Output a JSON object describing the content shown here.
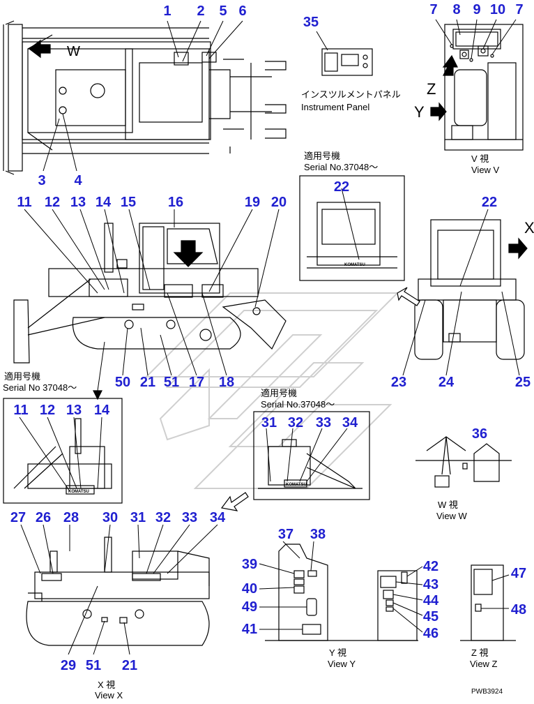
{
  "colors": {
    "callout": "#1f1fd0",
    "line": "#000000",
    "watermark": "#d9d9d9"
  },
  "top_view": {
    "view_letter": "W",
    "callouts": [
      "1",
      "2",
      "5",
      "6",
      "3",
      "4"
    ]
  },
  "instrument_panel": {
    "callout": "35",
    "label_jp": "インスツルメントパネル",
    "label_en": "Instrument Panel"
  },
  "view_v": {
    "callouts": [
      "7",
      "8",
      "9",
      "10",
      "7"
    ],
    "letter_z": "Z",
    "letter_y": "Y",
    "caption_jp": "V 視",
    "caption_en": "View V"
  },
  "side_view": {
    "callouts_top": [
      "11",
      "12",
      "13",
      "14",
      "15",
      "16",
      "19",
      "20"
    ],
    "callouts_bottom": [
      "50",
      "21",
      "51",
      "17",
      "18"
    ],
    "serial_jp": "適用号機",
    "serial_en": "Serial No 37048～"
  },
  "rear_serial_box": {
    "serial_jp": "適用号機",
    "serial_en": "Serial No.37048～",
    "callout": "22",
    "brand": "KOMATSU"
  },
  "rear_view": {
    "callouts": [
      "22",
      "23",
      "24",
      "25"
    ],
    "letter_x": "X"
  },
  "side_inset": {
    "callouts": [
      "11",
      "12",
      "13",
      "14"
    ],
    "brand": "KOMATSU"
  },
  "mid_serial_box": {
    "serial_jp": "適用号機",
    "serial_en": "Serial No.37048～",
    "callouts": [
      "31",
      "32",
      "33",
      "34"
    ],
    "brand": "KOMATSU"
  },
  "view_w": {
    "callout": "36",
    "caption_jp": "W 視",
    "caption_en": "View W"
  },
  "view_x": {
    "callouts_top": [
      "27",
      "26",
      "28",
      "30",
      "31",
      "32",
      "33",
      "34"
    ],
    "callouts_bottom": [
      "29",
      "51",
      "21"
    ],
    "caption_jp": "X 視",
    "caption_en": "View X"
  },
  "view_y": {
    "callouts": [
      "37",
      "38",
      "39",
      "40",
      "49",
      "41",
      "42",
      "43",
      "44",
      "45",
      "46"
    ],
    "caption_jp": "Y 視",
    "caption_en": "View Y"
  },
  "view_z": {
    "callouts": [
      "47",
      "48"
    ],
    "caption_jp": "Z 視",
    "caption_en": "View Z"
  },
  "drawing_code": "PWB3924"
}
